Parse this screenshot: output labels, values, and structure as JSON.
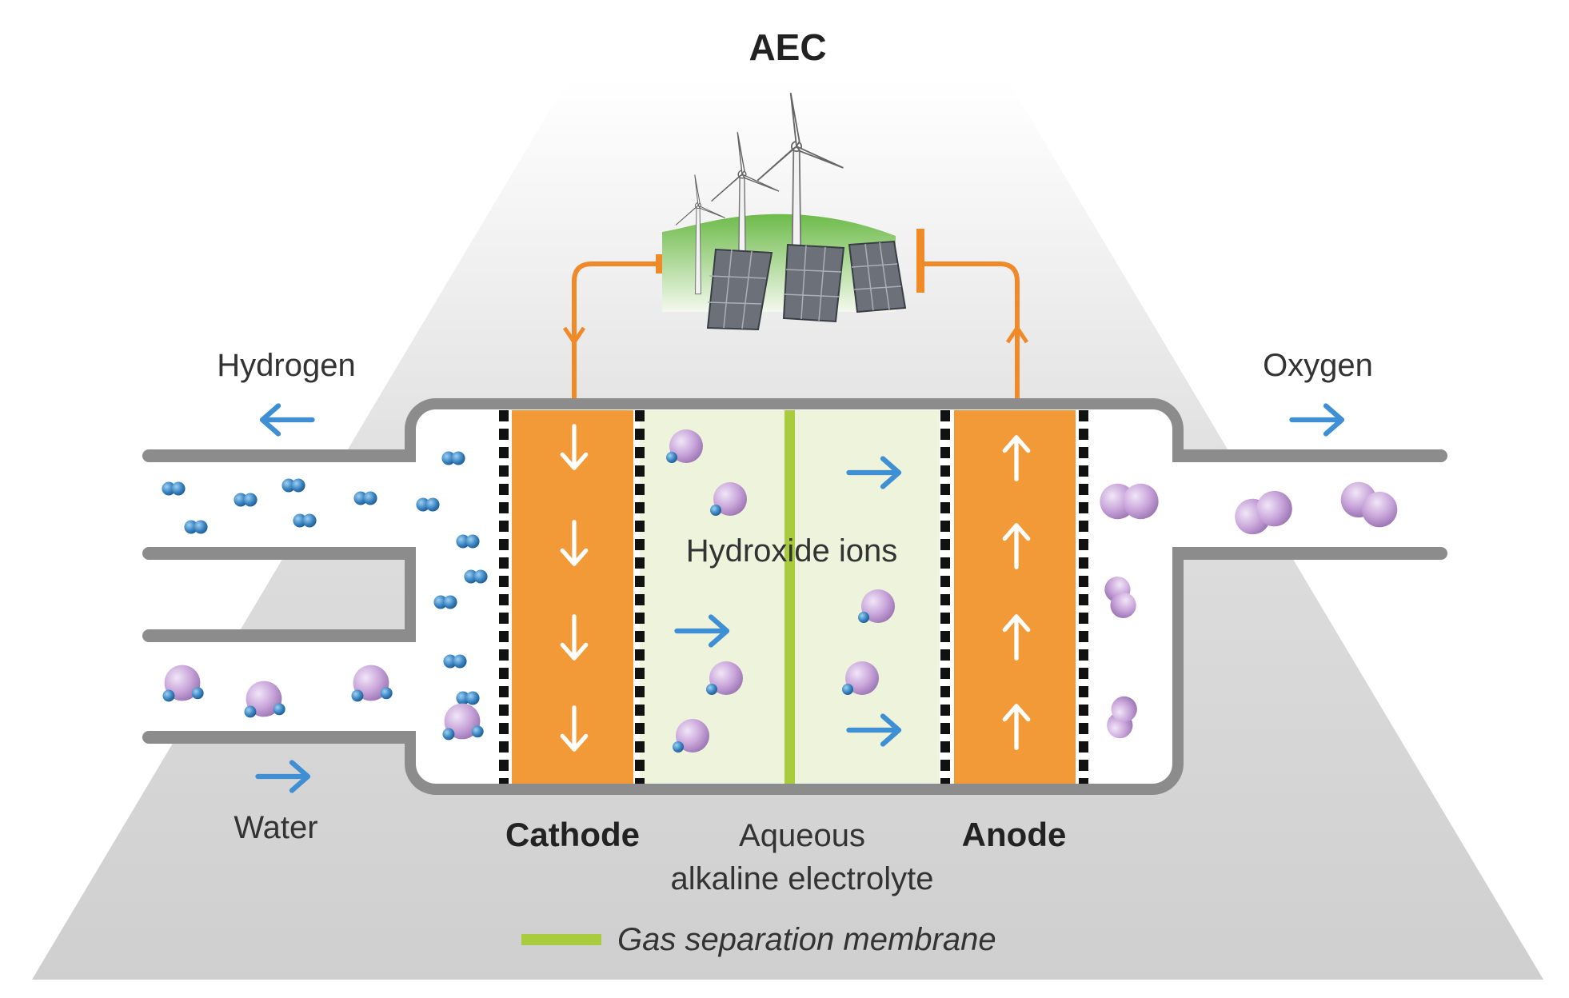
{
  "title": "AEC",
  "labels": {
    "hydrogen": "Hydrogen",
    "oxygen": "Oxygen",
    "water": "Water",
    "hydroxide_ions": "Hydroxide ions",
    "cathode": "Cathode",
    "anode": "Anode",
    "electrolyte_line1": "Aqueous",
    "electrolyte_line2": "alkaline electrolyte"
  },
  "legend": {
    "membrane": "Gas separation membrane"
  },
  "icons": [
    "wind-turbine-icon",
    "solar-panel-icon",
    "arrow-icon",
    "hydrogen-molecule-icon",
    "oxygen-molecule-icon",
    "water-molecule-icon"
  ],
  "colors": {
    "electrode": "#f39a38",
    "wire": "#f08a28",
    "membrane": "#a9cc3e",
    "electrolyte": "#eef3dc",
    "arrow": "#3e8fd3",
    "hydrogen_atom": "#3d87c4",
    "oxygen_atom": "#c8a6d8",
    "housing": "#8c8c8c",
    "background": "#d5d5d5"
  }
}
